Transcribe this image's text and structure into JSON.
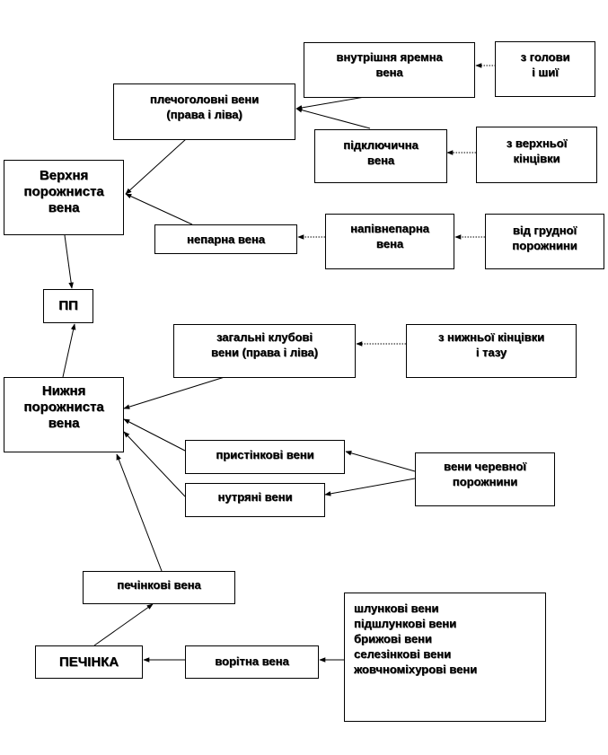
{
  "boxes": {
    "head_neck": [
      "з голови",
      "і шиї"
    ],
    "internal_jugular": [
      "внутрішня яремна",
      "вена"
    ],
    "brachiocephalic": [
      "плечоголовні вени",
      "(права і ліва)"
    ],
    "subclavian": [
      "підключична",
      "вена"
    ],
    "upper_limb": [
      "з верхньої",
      "кінцівки"
    ],
    "svc": [
      "Верхня",
      "порожниста",
      "вена"
    ],
    "azygos": [
      "непарна вена"
    ],
    "hemiazygos": [
      "напівнепарна",
      "вена"
    ],
    "thoracic": [
      "від грудної",
      "порожнини"
    ],
    "ra": [
      "ПП"
    ],
    "common_iliac": [
      "загальні клубові",
      "вени (права і ліва)"
    ],
    "lower_limb": [
      "з нижньої кінцівки",
      "і тазу"
    ],
    "ivc": [
      "Нижня",
      "порожниста",
      "вена"
    ],
    "parietal": [
      "пристінкові вени"
    ],
    "visceral": [
      "нутряні вени"
    ],
    "abdominal": [
      "вени черевної",
      "порожнини"
    ],
    "hepatic_veins": [
      "печінкові вена"
    ],
    "liver": [
      "ПЕЧІНКА"
    ],
    "portal": [
      "ворітна вена"
    ],
    "tributaries": [
      "шлункові вени",
      "підшлункові вени",
      "брижові вени",
      "селезінкові вени",
      "жовчноміхурові вени"
    ]
  }
}
